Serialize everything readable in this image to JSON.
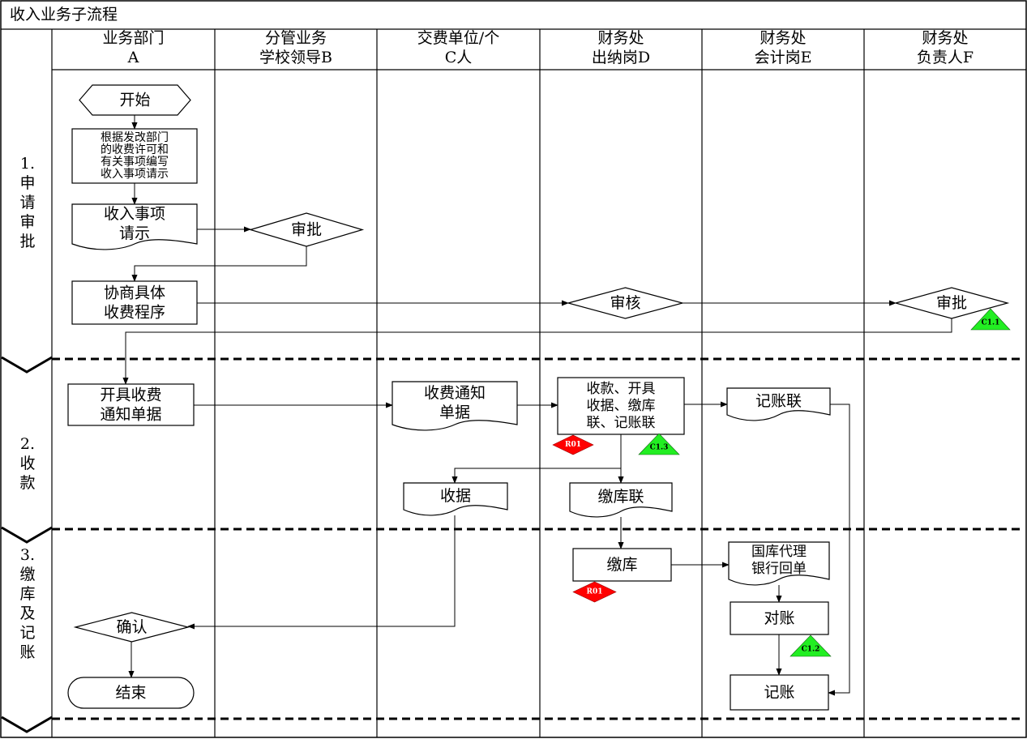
{
  "title": "收入业务子流程",
  "lanes": [
    {
      "id": "A",
      "lines": [
        "业务部门",
        "A"
      ]
    },
    {
      "id": "B",
      "lines": [
        "分管业务",
        "学校领导B"
      ]
    },
    {
      "id": "C",
      "lines": [
        "交费单位/个",
        "C人"
      ]
    },
    {
      "id": "D",
      "lines": [
        "财务处",
        "出纳岗D"
      ]
    },
    {
      "id": "E",
      "lines": [
        "财务处",
        "会计岗E"
      ]
    },
    {
      "id": "F",
      "lines": [
        "财务处",
        "负责人F"
      ]
    }
  ],
  "phases": [
    {
      "id": "p1",
      "lines": [
        "1.",
        "申",
        "请",
        "审",
        "批"
      ]
    },
    {
      "id": "p2",
      "lines": [
        "2.",
        "收",
        "款"
      ]
    },
    {
      "id": "p3",
      "lines": [
        "3.",
        "缴",
        "库",
        "及",
        "记",
        "账"
      ]
    }
  ],
  "nodes": [
    {
      "id": "start",
      "shape": "hexagon",
      "lines": [
        "开始"
      ]
    },
    {
      "id": "draft",
      "shape": "rect",
      "lines": [
        "根据发改部门",
        "的收费许可和",
        "有关事项编写",
        "收入事项请示"
      ]
    },
    {
      "id": "request_doc",
      "shape": "document",
      "lines": [
        "收入事项",
        "请示"
      ]
    },
    {
      "id": "approve_b",
      "shape": "diamond",
      "lines": [
        "审批"
      ]
    },
    {
      "id": "negotiate",
      "shape": "rect",
      "lines": [
        "协商具体",
        "收费程序"
      ]
    },
    {
      "id": "review_d",
      "shape": "diamond",
      "lines": [
        "审核"
      ]
    },
    {
      "id": "approve_f",
      "shape": "diamond",
      "lines": [
        "审批"
      ]
    },
    {
      "id": "issue_notice",
      "shape": "rect",
      "lines": [
        "开具收费",
        "通知单据"
      ]
    },
    {
      "id": "notice_doc",
      "shape": "document",
      "lines": [
        "收费通知",
        "单据"
      ]
    },
    {
      "id": "collect",
      "shape": "rect",
      "lines": [
        "收款、开具",
        "收据、缴库",
        "联、记账联"
      ]
    },
    {
      "id": "ledger_copy",
      "shape": "document",
      "lines": [
        "记账联"
      ]
    },
    {
      "id": "receipt",
      "shape": "document",
      "lines": [
        "收据"
      ]
    },
    {
      "id": "deposit_copy",
      "shape": "document",
      "lines": [
        "缴库联"
      ]
    },
    {
      "id": "deposit",
      "shape": "rect",
      "lines": [
        "缴库"
      ]
    },
    {
      "id": "bank_receipt",
      "shape": "document",
      "lines": [
        "国库代理",
        "银行回单"
      ]
    },
    {
      "id": "reconcile",
      "shape": "rect",
      "lines": [
        "对账"
      ]
    },
    {
      "id": "confirm",
      "shape": "diamond",
      "lines": [
        "确认"
      ]
    },
    {
      "id": "book",
      "shape": "rect",
      "lines": [
        "记账"
      ]
    },
    {
      "id": "end",
      "shape": "terminator",
      "lines": [
        "结束"
      ]
    }
  ],
  "markers": [
    {
      "id": "c11",
      "kind": "control",
      "label": "C1.1",
      "color": "#22ee22"
    },
    {
      "id": "r01a",
      "kind": "risk",
      "label": "R01",
      "color": "#ff0000"
    },
    {
      "id": "c13",
      "kind": "control",
      "label": "C1.3",
      "color": "#22ee22"
    },
    {
      "id": "r01b",
      "kind": "risk",
      "label": "R01",
      "color": "#ff0000"
    },
    {
      "id": "c12",
      "kind": "control",
      "label": "C1.2",
      "color": "#22ee22"
    }
  ],
  "edges": [
    {
      "from": "start",
      "to": "draft"
    },
    {
      "from": "draft",
      "to": "request_doc"
    },
    {
      "from": "request_doc",
      "to": "approve_b"
    },
    {
      "from": "approve_b",
      "to": "negotiate"
    },
    {
      "from": "negotiate",
      "to": "review_d"
    },
    {
      "from": "review_d",
      "to": "approve_f"
    },
    {
      "from": "approve_f",
      "to": "issue_notice"
    },
    {
      "from": "issue_notice",
      "to": "notice_doc"
    },
    {
      "from": "notice_doc",
      "to": "collect"
    },
    {
      "from": "collect",
      "to": "ledger_copy"
    },
    {
      "from": "collect",
      "to": "receipt"
    },
    {
      "from": "collect",
      "to": "deposit_copy"
    },
    {
      "from": "deposit_copy",
      "to": "deposit"
    },
    {
      "from": "deposit",
      "to": "bank_receipt"
    },
    {
      "from": "bank_receipt",
      "to": "reconcile"
    },
    {
      "from": "reconcile",
      "to": "book"
    },
    {
      "from": "ledger_copy",
      "to": "book"
    },
    {
      "from": "receipt",
      "to": "confirm"
    },
    {
      "from": "confirm",
      "to": "end"
    }
  ]
}
